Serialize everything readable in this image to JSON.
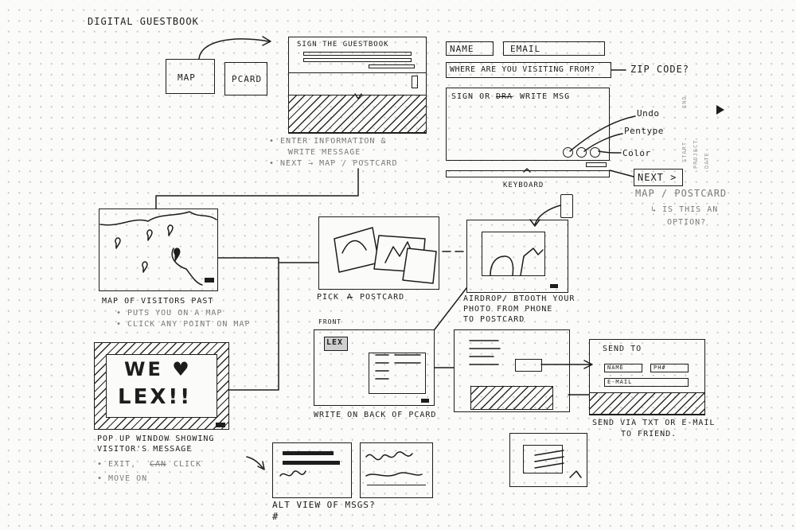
{
  "title": "DIGITAL GUESTBOOK",
  "start_screen": {
    "map": "MAP",
    "postcard": "PCARD"
  },
  "sign_screen": {
    "heading": "SIGN THE GUESTBOOK",
    "notes": [
      "• ENTER INFORMATION &",
      "WRITE MESSAGE",
      "• NEXT → MAP / POSTCARD"
    ]
  },
  "form": {
    "name": "NAME",
    "email": "EMAIL",
    "where_from": "WHERE ARE YOU VISITING FROM?",
    "zip_note": "ZIP CODE?",
    "sign_prefix": "SIGN OR",
    "sign_struck": "DRA",
    "sign_suffix": "WRITE MSG",
    "tools": [
      "Undo",
      "Pentype",
      "Color"
    ],
    "keyboard": "KEYBOARD",
    "next": "NEXT >",
    "note_line1": "MAP / POSTCARD",
    "note_line2": "↳ IS THIS AN",
    "note_line3": "OPTION?"
  },
  "side_labels": {
    "end": "END",
    "start": "START",
    "project": "PROJECT",
    "date": "DATE"
  },
  "map_screen": {
    "caption": "MAP OF VISITORS PAST",
    "notes": [
      "• PUTS YOU ON A MAP",
      "• CLICK ANY POINT ON MAP"
    ]
  },
  "pick_postcard": {
    "caption_prefix": "PICK",
    "caption_struck": "A",
    "caption_suffix": "POSTCARD"
  },
  "airdrop": {
    "caption": [
      "AIRDROP/ BTOOTH YOUR",
      "PHOTO FROM PHONE",
      "TO POSTCARD"
    ]
  },
  "back_of_card": {
    "front_label": "FRONT",
    "stamp": "LEX",
    "caption": "WRITE ON BACK OF PCARD"
  },
  "send_screen": {
    "heading": "SEND TO",
    "name": "NAME",
    "phone": "PH#",
    "email": "E-MAIL",
    "caption": [
      "SEND VIA TXT OR E-MAIL",
      "TO FRIEND."
    ]
  },
  "popup": {
    "message_line1": "WE ♥",
    "message_line2": "LEX!!",
    "caption": [
      "POP UP WINDOW SHOWING",
      "VISITOR'S MESSAGE"
    ],
    "notes_prefix": "• EXIT,",
    "notes_struck": "CAN",
    "notes_suffix": "CLICK",
    "notes2": "• MOVE ON"
  },
  "alt_view": {
    "caption": "ALT VIEW OF MSGS?",
    "scribble": "#"
  }
}
